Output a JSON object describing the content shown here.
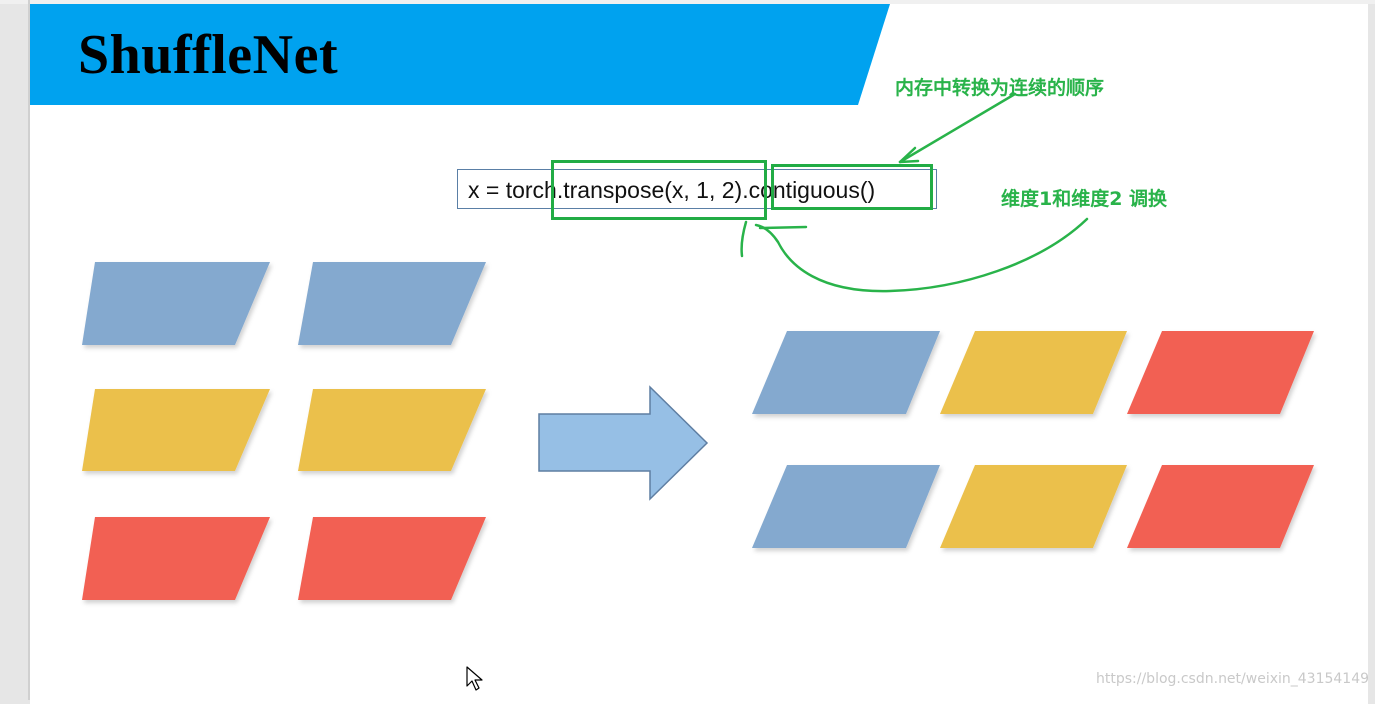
{
  "slide": {
    "title": "ShuffleNet"
  },
  "code": {
    "line": "x = torch.transpose(x, 1, 2).contiguous()"
  },
  "annotations": {
    "contiguous_note": "内存中转换为连续的顺序",
    "transpose_note": "维度1和维度2 调换"
  },
  "shapes": {
    "left_groups": [
      "blue",
      "blue",
      "yellow",
      "yellow",
      "red",
      "red"
    ],
    "right_groups": [
      "blue",
      "yellow",
      "red",
      "blue",
      "yellow",
      "red"
    ]
  },
  "colors": {
    "banner": "#00a2ef",
    "blue": "#84a9cf",
    "yellow": "#ebc04b",
    "red": "#f26052",
    "arrow": "#96bfe5",
    "arrow_border": "#5e7ea2",
    "annotation_green": "#29b34a"
  },
  "icons": {
    "cursor": "mouse-pointer-icon",
    "arrow": "right-arrow-icon"
  },
  "watermark": "https://blog.csdn.net/weixin_43154149"
}
